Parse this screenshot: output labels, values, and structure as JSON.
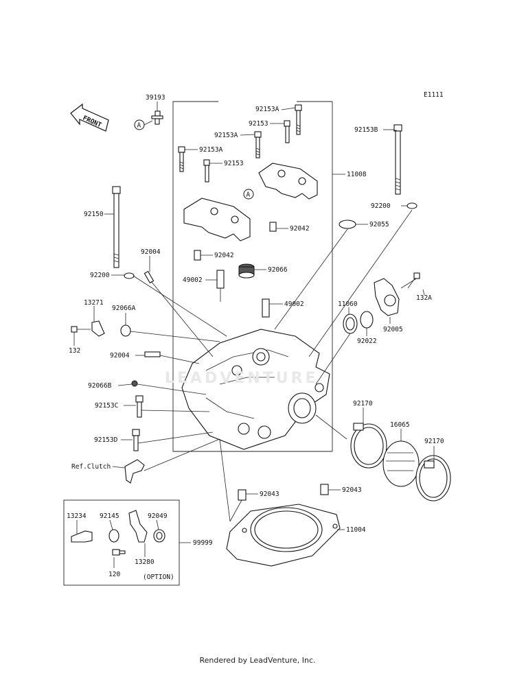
{
  "diagram_code": "E1111",
  "front_label": "FRONT",
  "ref_marker": "A",
  "watermark": "LEADVENTURE",
  "footer": "Rendered by LeadVenture, Inc.",
  "option_label": "(OPTION)",
  "ref_clutch": "Ref.Clutch",
  "labels": {
    "p39193": "39193",
    "p92153A_1": "92153A",
    "p92153_1": "92153",
    "p92153A_2": "92153A",
    "p92153A_3": "92153A",
    "p92153_2": "92153",
    "p11008": "11008",
    "p92153B": "92153B",
    "p92150": "92150",
    "p92200_1": "92200",
    "p92055": "92055",
    "p92042_1": "92042",
    "p92042_2": "92042",
    "p92004_1": "92004",
    "p92200_2": "92200",
    "p92066": "92066",
    "p49002_1": "49002",
    "p49002_2": "49002",
    "p132A": "132A",
    "p13271": "13271",
    "p92066A": "92066A",
    "p11060": "11060",
    "p132": "132",
    "p92005": "92005",
    "p92022": "92022",
    "p92004_2": "92004",
    "p92066B": "92066B",
    "p92153C": "92153C",
    "p92170_1": "92170",
    "p16065": "16065",
    "p92170_2": "92170",
    "p92153D": "92153D",
    "p92043_1": "92043",
    "p92043_2": "92043",
    "p13234": "13234",
    "p92145": "92145",
    "p92049": "92049",
    "p11004": "11004",
    "p99999": "99999",
    "p13280": "13280",
    "p120": "120"
  }
}
